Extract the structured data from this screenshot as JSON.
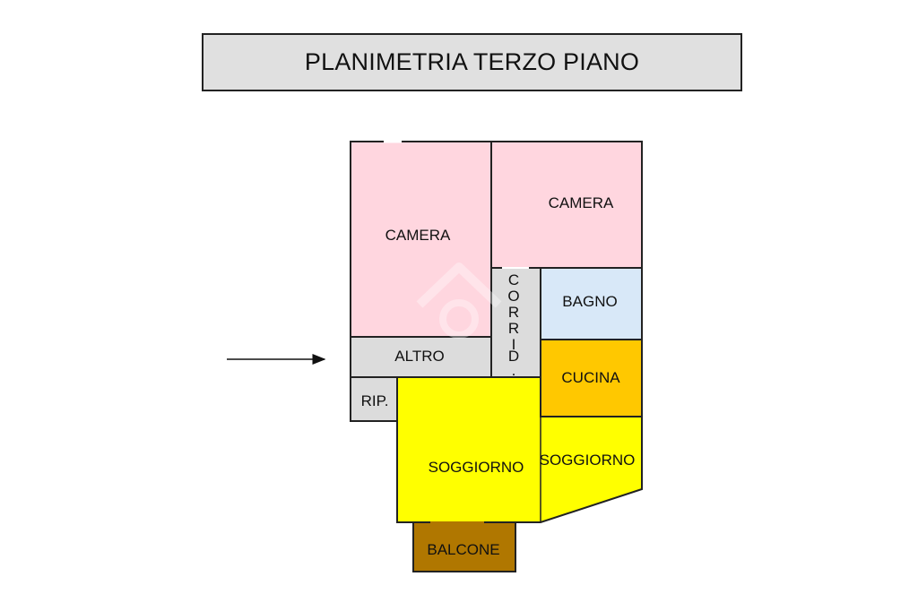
{
  "title": "PLANIMETRIA TERZO PIANO",
  "colors": {
    "camera": "#ffd6df",
    "bagno": "#d8e8f8",
    "cucina": "#ffc800",
    "soggiorno": "#ffff00",
    "balcone": "#b07700",
    "service": "#dcdcdc",
    "wall": "#222222"
  },
  "rooms": {
    "camera_left": "CAMERA",
    "camera_right": "CAMERA",
    "bagno": "BAGNO",
    "cucina": "CUCINA",
    "altro": "ALTRO",
    "ripostiglio": "RIP.",
    "corridoio_letters": [
      "C",
      "O",
      "R",
      "R",
      "I",
      "D"
    ],
    "corridoio_dot": ".",
    "soggiorno_left": "SOGGIORNO",
    "soggiorno_right": "SOGGIORNO",
    "balcone": "BALCONE"
  }
}
